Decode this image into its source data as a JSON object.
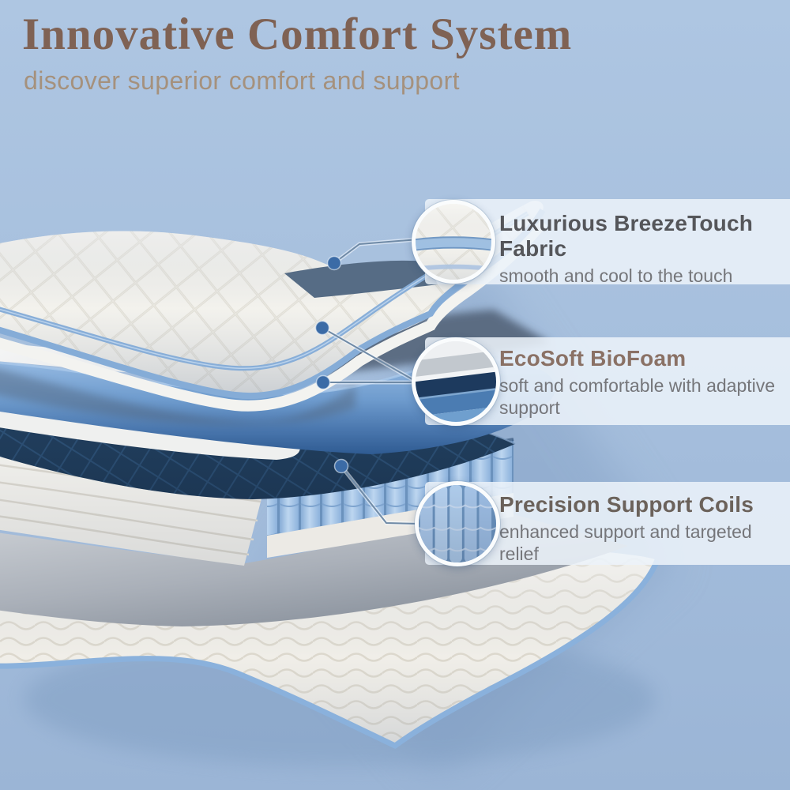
{
  "header": {
    "title": "Innovative Comfort System",
    "subtitle": "discover superior comfort and support"
  },
  "callouts": [
    {
      "id": "fabric",
      "title": "Luxurious BreezeTouch Fabric",
      "description": "smooth and cool to the touch"
    },
    {
      "id": "biofoam",
      "title": "EcoSoft BioFoam",
      "description": "soft and comfortable with adaptive support"
    },
    {
      "id": "coils",
      "title": "Precision Support Coils",
      "description": "enhanced support and targeted relief"
    }
  ],
  "palette": {
    "background_blue": "#a4bedd",
    "band_overlay": "#ecf2f9",
    "header_title_brown": "#7f6254",
    "header_subtitle_taupe": "#a5917d",
    "callout_title_gray": "#55565a",
    "callout_title_brown": "#8a7165",
    "leader_dot_blue": "#3b6ba6",
    "piping_blue": "#88aed8",
    "foam_blue": "#5d8cbe",
    "coil_blue": "#9dbde2",
    "core_navy": "#223f60",
    "fabric_white": "#f3f2ed"
  }
}
